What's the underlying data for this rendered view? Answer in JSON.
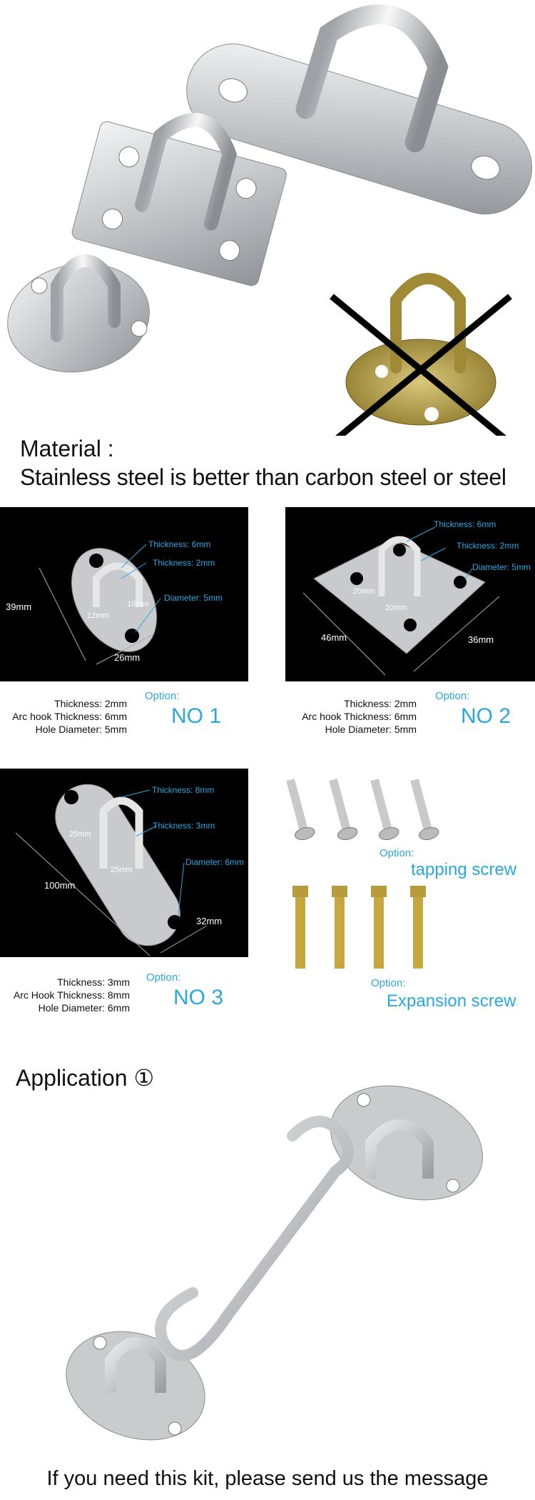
{
  "material": {
    "heading": "Material :",
    "line": "Stainless steel is better than carbon steel or steel"
  },
  "no1": {
    "thickness_callout": "Thickness: 6mm",
    "thickness2_callout": "Thickness: 2mm",
    "diameter_callout": "Diameter: 5mm",
    "dim_39": "39mm",
    "dim_26": "26mm",
    "dim_12": "12mm",
    "dim_10": "10mm",
    "spec_lines": [
      "Thickness: 2mm",
      "Arc hook Thickness: 6mm",
      "Hole Diameter: 5mm"
    ],
    "option_label": "Option:",
    "name": "NO 1"
  },
  "no2": {
    "thickness_callout": "Thickness: 6mm",
    "thickness2_callout": "Thickness: 2mm",
    "diameter_callout": "Diameter: 5mm",
    "dim_46": "46mm",
    "dim_36": "36mm",
    "dim_20a": "20mm",
    "dim_20b": "20mm",
    "spec_lines": [
      "Thickness: 2mm",
      "Arc hook Thickness: 6mm",
      "Hole Diameter: 5mm"
    ],
    "option_label": "Option:",
    "name": "NO 2"
  },
  "no3": {
    "thickness_callout": "Thickness: 8mm",
    "thickness2_callout": "Thickness: 3mm",
    "diameter_callout": "Diameter: 6mm",
    "dim_100": "100mm",
    "dim_32": "32mm",
    "dim_25a": "25mm",
    "dim_25b": "25mm",
    "spec_lines": [
      "Thickness: 3mm",
      "Arc Hook Thickness: 8mm",
      "Hole Diameter: 6mm"
    ],
    "option_label": "Option:",
    "name": "NO 3"
  },
  "tapping": {
    "option_label": "Option:",
    "name": "tapping screw"
  },
  "expansion": {
    "option_label": "Option:",
    "name": "Expansion screw"
  },
  "application": {
    "heading": "Application ①"
  },
  "footer": {
    "message": "If you need this kit, please send us the message"
  },
  "colors": {
    "accent": "#29a8e0",
    "panel": "#000000",
    "steel": "#c9cbcd",
    "brass": "#b89b3a"
  }
}
